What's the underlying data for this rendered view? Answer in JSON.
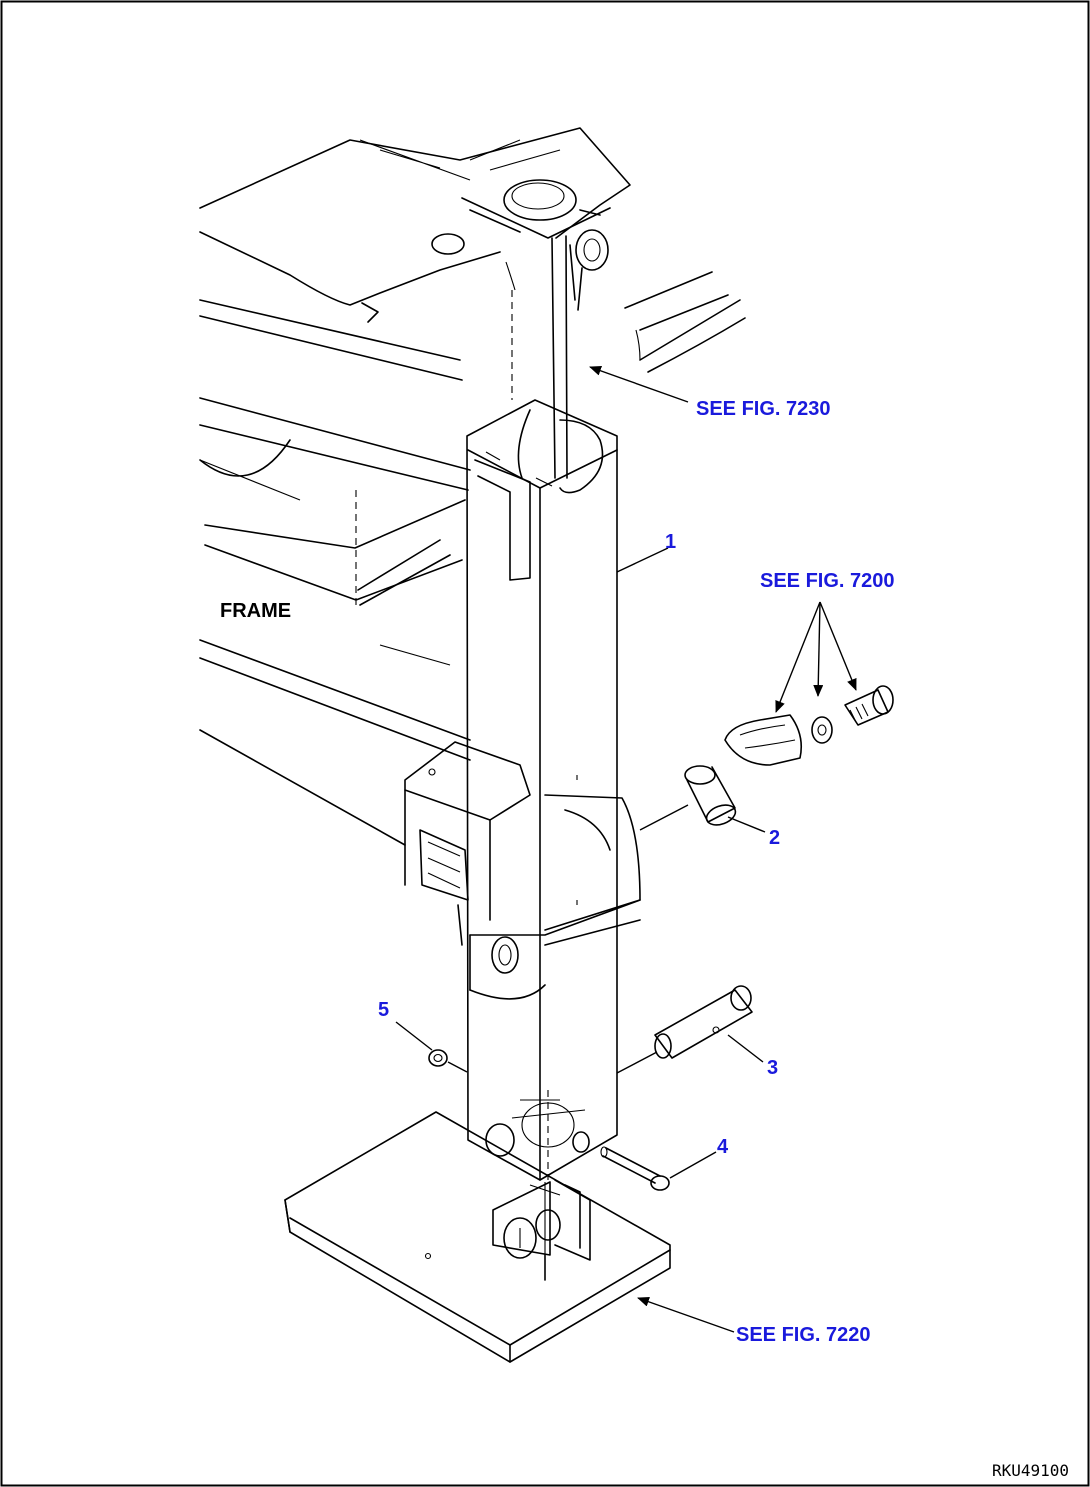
{
  "figure": {
    "frame_label": "FRAME",
    "drawing_code": "RKU49100",
    "callouts": {
      "part_1": "1",
      "part_2": "2",
      "part_3": "3",
      "part_4": "4",
      "part_5": "5"
    },
    "references": {
      "ref_7230": "SEE FIG. 7230",
      "ref_7200": "SEE FIG. 7200",
      "ref_7220": "SEE FIG. 7220"
    }
  }
}
